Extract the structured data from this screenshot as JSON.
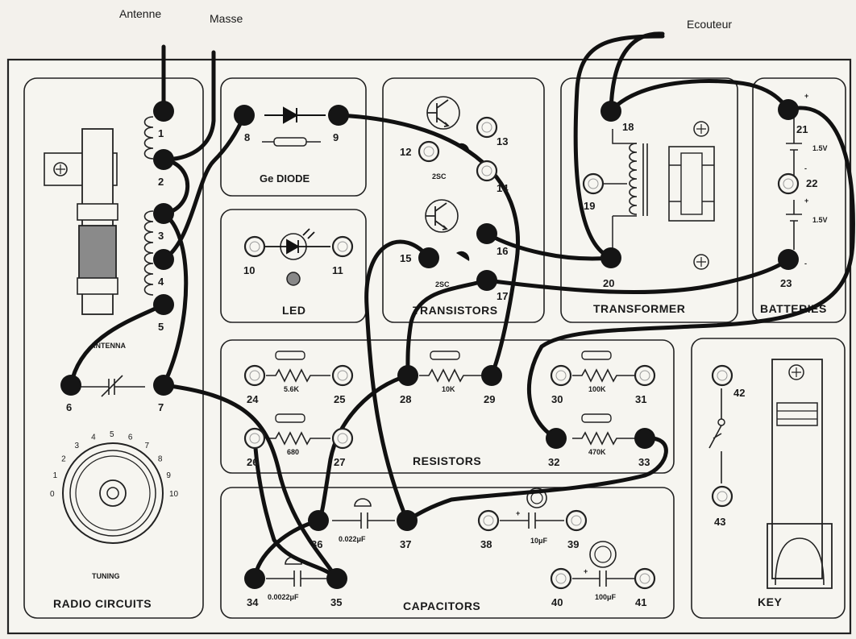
{
  "external": {
    "antenna": "Antenne",
    "ground": "Masse",
    "earphone": "Ecouteur"
  },
  "sections": {
    "radio": "RADIO CIRCUITS",
    "antenna": "ANTENNA",
    "tuning": "TUNING",
    "diode": "Ge DIODE",
    "led": "LED",
    "transistors": "TRANSISTORS",
    "transformer": "TRANSFORMER",
    "batteries": "BATTERIES",
    "resistors": "RESISTORS",
    "capacitors": "CAPACITORS",
    "key": "KEY"
  },
  "dial_numbers": [
    "0",
    "1",
    "2",
    "3",
    "4",
    "5",
    "6",
    "7",
    "8",
    "9",
    "10"
  ],
  "terminals": {
    "t1": "1",
    "t2": "2",
    "t3": "3",
    "t4": "4",
    "t5": "5",
    "t6": "6",
    "t7": "7",
    "t8": "8",
    "t9": "9",
    "t10": "10",
    "t11": "11",
    "t12": "12",
    "t13": "13",
    "t14": "14",
    "t15": "15",
    "t16": "16",
    "t17": "17",
    "t18": "18",
    "t19": "19",
    "t20": "20",
    "t21": "21",
    "t22": "22",
    "t23": "23",
    "t24": "24",
    "t25": "25",
    "t26": "26",
    "t27": "27",
    "t28": "28",
    "t29": "29",
    "t30": "30",
    "t31": "31",
    "t32": "32",
    "t33": "33",
    "t34": "34",
    "t35": "35",
    "t36": "36",
    "t37": "37",
    "t38": "38",
    "t39": "39",
    "t40": "40",
    "t41": "41",
    "t42": "42",
    "t43": "43"
  },
  "components": {
    "transistor_a": "2SC",
    "transistor_b": "2SC",
    "r_24_25": "5.6K",
    "r_26_27": "680",
    "r_28_29": "10K",
    "r_30_31": "100K",
    "r_32_33": "470K",
    "c_34_35": "0.0022μF",
    "c_36_37": "0.022μF",
    "c_38_39": "10μF",
    "c_40_41": "100μF",
    "battery_top": "1.5V",
    "battery_bottom": "1.5V"
  }
}
